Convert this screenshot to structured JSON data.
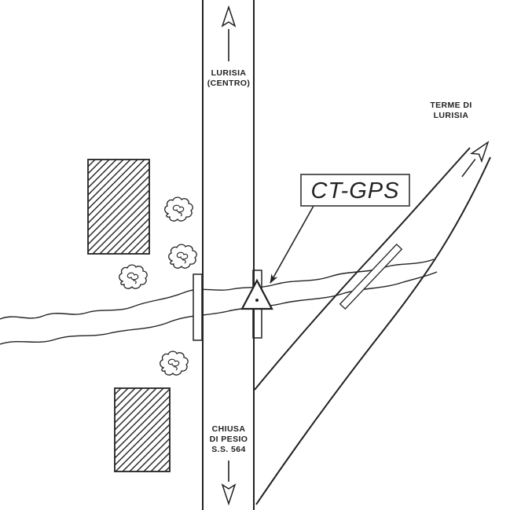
{
  "colors": {
    "ink": "#222222",
    "background": "#ffffff",
    "label_box_border": "#4a4a4a"
  },
  "icons": {
    "benchmark": "triangle-with-center-dot",
    "direction_arrow": "open-outline-arrow",
    "vegetation": "scribbled-bush",
    "building": "diagonal-hatched-rectangle"
  },
  "map": {
    "station": {
      "label": "CT-GPS"
    },
    "destinations": {
      "north": {
        "line1": "LURISIA",
        "line2": "(CENTRO)"
      },
      "northeast": {
        "line1": "TERME DI",
        "line2": "LURISIA"
      },
      "south": {
        "line1": "CHIUSA",
        "line2": "DI PESIO",
        "line3": "S.S. 564"
      }
    }
  }
}
